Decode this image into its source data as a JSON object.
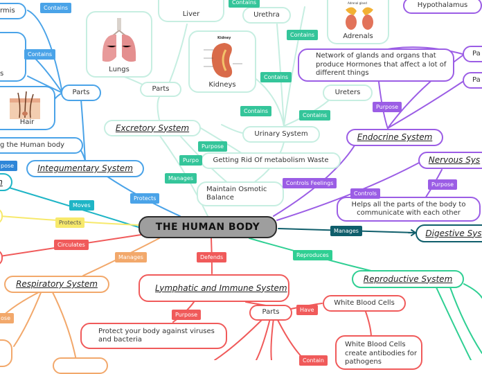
{
  "center": "THE HUMAN BODY",
  "systems": {
    "excretory": "Excretory System",
    "integumentary": "Integumentary System",
    "endocrine": "Endocrine System",
    "nervous": "Nervous Sys",
    "digestive": "Digestive Sys",
    "reproductive": "Reproductive System",
    "respiratory": "Respiratory System",
    "lymphatic": "Lymphatic and Immune System",
    "muscular_partial": "n",
    "urinary": "Urinary System"
  },
  "nodes": {
    "parts_excretory": "Parts",
    "parts_integumentary": "Parts",
    "parts_lymphatic": "Parts",
    "getting_rid": "Getting Rid Of metabolism Waste",
    "osmotic": "Maintain Osmotic Balance",
    "ureters": "Ureters",
    "urethra": "Urethra",
    "endocrine_desc": "Network of glands and organs that produce Hormones that affect a lot of different things",
    "hypothalamus": "Hypothalamus",
    "nervous_desc": "Helps all the parts of the body to communicate with each other",
    "white_blood_cells": "White Blood Cells",
    "wbc_antibodies": "White Blood Cells create antibodies for pathogens",
    "protect_body": "Protect your body against viruses and bacteria",
    "integ_purpose": "g the Human body",
    "right_partial_1": "Pa",
    "right_partial_2": "Pa",
    "skin_partial": "rmis",
    "left_partial_2": "s"
  },
  "images": {
    "lungs": "Lungs",
    "liver": "Liver",
    "kidneys": "Kidneys",
    "adrenals": "Adrenals",
    "hair": "Hair",
    "kidney_title": "Kidney",
    "adrenal_title": "Adrenal gland"
  },
  "labels": {
    "contains": "Contains",
    "purpose": "Purpose",
    "manages": "Manages",
    "protects": "Protects",
    "moves": "Moves",
    "circulates": "Circulates",
    "defends": "Defends",
    "reproduces": "Reproduces",
    "controls": "Controls",
    "controls_feelings": "Controls Feelings",
    "have": "Have",
    "contain_partial": "Contain",
    "purpose_partial": "pose",
    "purpose_partial_2": "ose",
    "purpose_cut": "Purpo"
  },
  "colors": {
    "excretory": "#c6eee1",
    "contains_label": "#34c59a",
    "integumentary": "#4aa3e8",
    "integumentary_dark": "#2f86d8",
    "endocrine": "#9b5de5",
    "digestive": "#0f5e6b",
    "reproductive": "#2fcf93",
    "lymphatic": "#f05a5a",
    "respiratory": "#f2a86b",
    "protects_yellow": "#f7e96b",
    "muscular": "#1fb5c6"
  }
}
